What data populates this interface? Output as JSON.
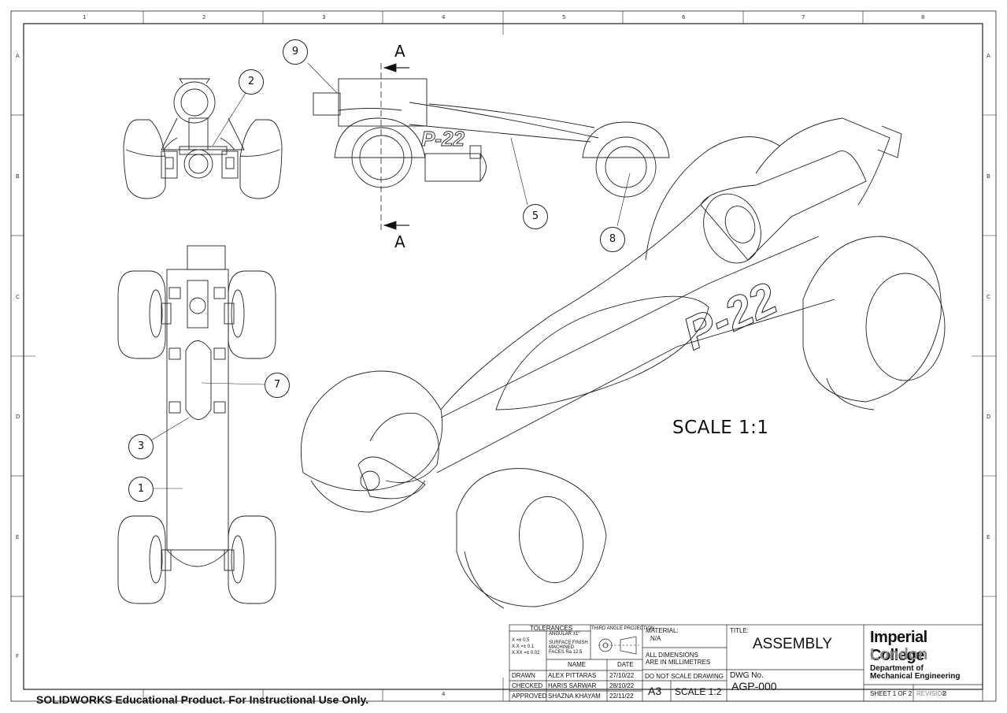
{
  "border": {
    "columns": [
      "1",
      "2",
      "3",
      "4",
      "5",
      "6",
      "7",
      "8"
    ],
    "rows": [
      "A",
      "B",
      "C",
      "D",
      "E",
      "F"
    ],
    "bottom_center_label": "4"
  },
  "balloons": [
    "1",
    "2",
    "3",
    "5",
    "7",
    "8",
    "9"
  ],
  "section_marks": {
    "top": "A",
    "bottom": "A"
  },
  "car_decal": "P-22",
  "scale_note": "SCALE 1:1",
  "watermark": "SOLIDWORKS Educational Product. For Instructional Use Only.",
  "title_block": {
    "tolerances_label": "TOLERANCES",
    "projection_label": "THIRD ANGLE PROJECTION",
    "tolerance_lines": [
      "X      =± 0.5",
      "X.X   =± 0.1",
      "X.XX =± 0.02"
    ],
    "angular": "ANGULAR  ±1°",
    "surface_finish": "SURFACE FINISH",
    "machined": "MACHINED",
    "faces": "FACES     Ra 12.5",
    "material_label": "MATERIAL:",
    "material_value": "N/A",
    "dimensions_note_1": "ALL DIMENSIONS",
    "dimensions_note_2": "ARE IN MILLIMETRES",
    "title_label": "TITLE:",
    "title": "ASSEMBLY",
    "name_header": "NAME",
    "date_header": "DATE",
    "rows": [
      {
        "role": "DRAWN",
        "name": "ALEX PITTARAS",
        "date": "27/10/22"
      },
      {
        "role": "CHECKED",
        "name": "HARIS SARWAR",
        "date": "28/10/22"
      },
      {
        "role": "APPROVED",
        "name": "SHAZNA KHAYAM",
        "date": "22/11/22"
      }
    ],
    "do_not_scale": "DO NOT SCALE DRAWING",
    "dwg_label": "DWG No.",
    "dwg_no": "AGP-000",
    "size": "A3",
    "scale": "SCALE 1:2",
    "logo_line1": "Imperial College",
    "logo_line2": "London",
    "dept_line1": "Department of",
    "dept_line2": "Mechanical Engineering",
    "sheet": "SHEET 1 OF 2",
    "revision_label": "REVISION",
    "revision": "2"
  }
}
